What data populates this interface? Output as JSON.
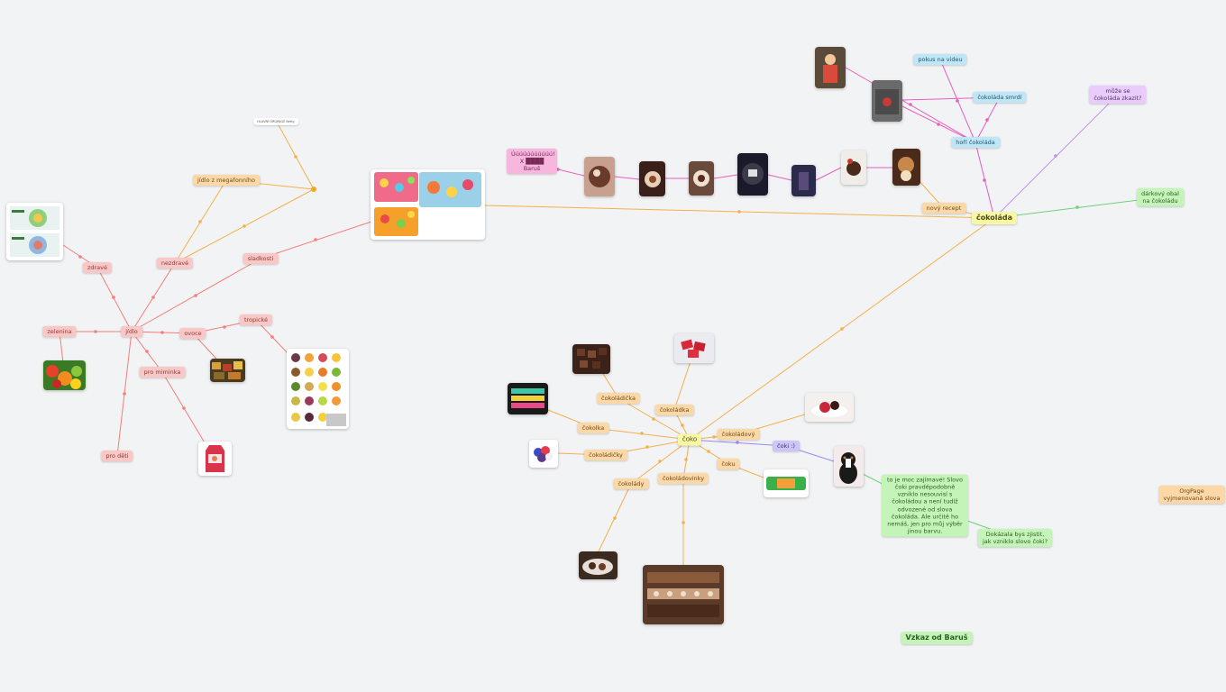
{
  "nodes": {
    "jidlo": "jídlo",
    "zdrave": "zdravé",
    "nezdrave": "nezdravé",
    "sladkosti": "sladkosti",
    "jidlo_mega": "jídlo z megafonního",
    "zelenina": "zelenina",
    "ovoce": "ovoce",
    "tropicke": "tropické",
    "pro_miminka": "pro miminka",
    "pro_deti": "pro děti",
    "hlavni": "HLAVNÍ ORGPAGE Betty",
    "uzasne": "Úúúúúúúúúúú! X ████ Baruš",
    "cokolada": "čokoláda",
    "novy_recept": "nový recept",
    "pokus": "pokus na videu",
    "cokolada_smrdi": "čokoláda smrdí",
    "hori_cokolada": "hoří čokoláda",
    "muze_se": "může se\nčokoláda zkazit?",
    "darkovy": "dárkový obal\nna čokoládu",
    "coko": "čoko",
    "cokoladicka": "čokoládička",
    "cokoladka": "čokoládka",
    "cokoladovy": "čokoládový",
    "ciokolka": "čokolka",
    "cokoladicky": "čokoládičky",
    "cokolady": "čokolády",
    "cokoladovinky": "čokoládovinky",
    "cokus": "čoku",
    "coki": "čoki :)",
    "zajimave": "to je moc zajímavé! Slovo čoki pravděpodobně vzniklo nesouvisí s čokoládou a není tudíž odvozené od slova čokoláda. Ale určitě ho nemáš, jen pro můj výběr jinou barvu.",
    "dokazala": "Dokázala bys zjistit,\njak vzniklo slovo čoki?",
    "orgpage": "OrgPage\nvyjmenovaná slova",
    "vzkaz": "Vzkaz od Baruš"
  },
  "colors": {
    "pink_link": "#f47e7a",
    "orange_link": "#f5b04d",
    "magenta_link": "#e85fbf",
    "purple_link": "#c98ff0",
    "green_link": "#6cd17a",
    "lav_link": "#9b86f0",
    "background": "#f2f3f5"
  }
}
